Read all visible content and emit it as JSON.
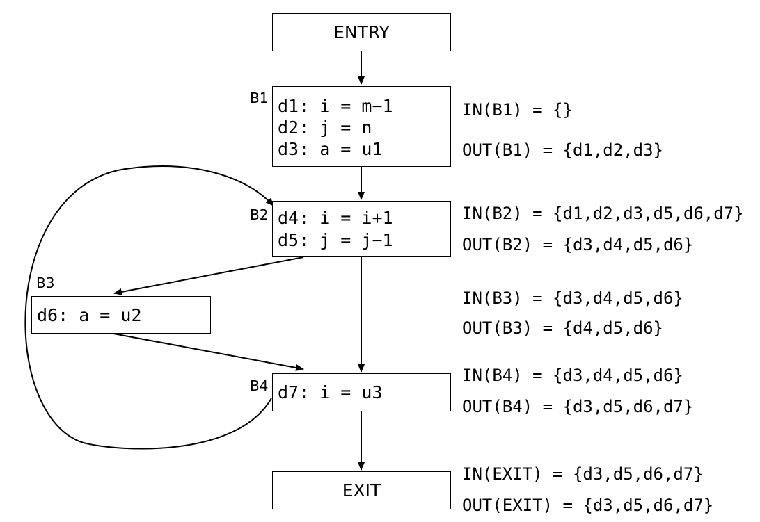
{
  "nodes": {
    "entry": {
      "label": "ENTRY"
    },
    "exit": {
      "label": "EXIT"
    },
    "b1": {
      "name": "B1",
      "lines": [
        "d1: i = m−1",
        "d2: j = n",
        "d3: a = u1"
      ]
    },
    "b2": {
      "name": "B2",
      "lines": [
        "d4: i = i+1",
        "d5: j = j−1"
      ]
    },
    "b3": {
      "name": "B3",
      "lines": [
        "d6: a = u2"
      ]
    },
    "b4": {
      "name": "B4",
      "lines": [
        "d7: i = u3"
      ]
    }
  },
  "sets": {
    "in_b1": "IN(B1) = {}",
    "out_b1": "OUT(B1) = {d1,d2,d3}",
    "in_b2": "IN(B2) = {d1,d2,d3,d5,d6,d7}",
    "out_b2": "OUT(B2) = {d3,d4,d5,d6}",
    "in_b3": "IN(B3) = {d3,d4,d5,d6}",
    "out_b3": "OUT(B3) = {d4,d5,d6}",
    "in_b4": "IN(B4) = {d3,d4,d5,d6}",
    "out_b4": "OUT(B4) = {d3,d5,d6,d7}",
    "in_exit": "IN(EXIT) = {d3,d5,d6,d7}",
    "out_exit": "OUT(EXIT) = {d3,d5,d6,d7}"
  },
  "edges": [
    {
      "from": "ENTRY",
      "to": "B1"
    },
    {
      "from": "B1",
      "to": "B2"
    },
    {
      "from": "B2",
      "to": "B3"
    },
    {
      "from": "B2",
      "to": "B4"
    },
    {
      "from": "B3",
      "to": "B4"
    },
    {
      "from": "B4",
      "to": "B2"
    },
    {
      "from": "B4",
      "to": "EXIT"
    }
  ]
}
